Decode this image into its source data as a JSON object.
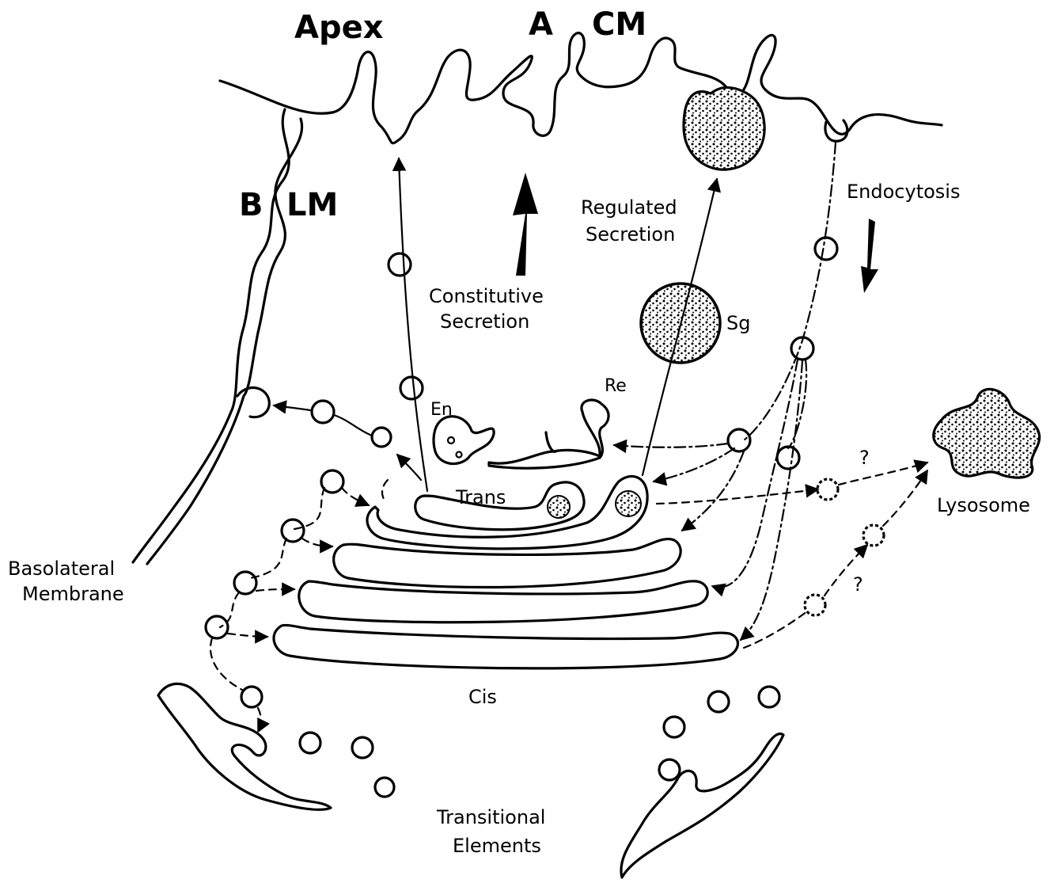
{
  "labels": {
    "apex": "Apex",
    "acm_a": "A",
    "acm_cm": "CM",
    "blm_b": "B",
    "blm_lm": "LM",
    "regulated_1": "Regulated",
    "regulated_2": "Secretion",
    "endocytosis": "Endocytosis",
    "constitutive_1": "Constitutive",
    "constitutive_2": "Secretion",
    "sg": "Sg",
    "re": "Re",
    "en": "En",
    "trans": "Trans",
    "lysosome": "Lysosome",
    "basolateral_1": "Basolateral",
    "basolateral_2": "Membrane",
    "cis": "Cis",
    "transitional_1": "Transitional",
    "transitional_2": "Elements",
    "question_1": "?",
    "question_2": "?"
  },
  "colors": {
    "ink": "#000000",
    "background": "#ffffff"
  }
}
